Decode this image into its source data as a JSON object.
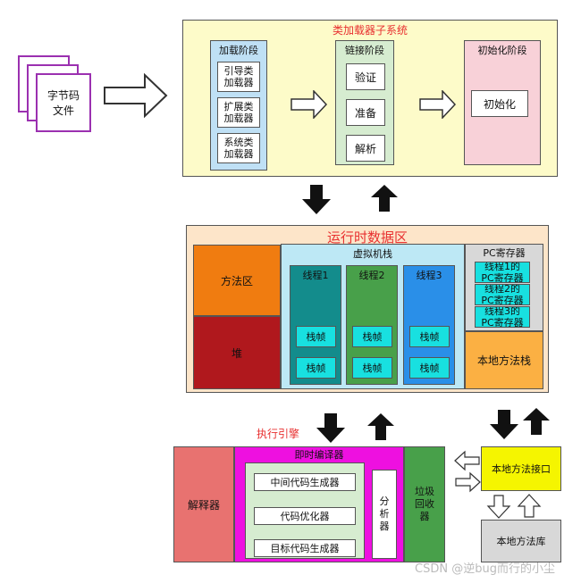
{
  "bytecode": {
    "label_line1": "字节码",
    "label_line2": "文件"
  },
  "class_loader": {
    "title": "类加载器子系统",
    "loading": {
      "title": "加载阶段",
      "items": [
        "引导类\n加载器",
        "扩展类\n加载器",
        "系统类\n加载器"
      ]
    },
    "linking": {
      "title": "链接阶段",
      "items": [
        "验证",
        "准备",
        "解析"
      ]
    },
    "init": {
      "title": "初始化阶段",
      "item": "初始化"
    }
  },
  "runtime": {
    "title": "运行时数据区",
    "method_area": "方法区",
    "heap": "堆",
    "vm_stack": {
      "title": "虚拟机栈",
      "threads": [
        {
          "label": "线程1",
          "frames": [
            "栈帧",
            "栈帧"
          ]
        },
        {
          "label": "线程2",
          "frames": [
            "栈帧",
            "栈帧"
          ]
        },
        {
          "label": "线程3",
          "frames": [
            "栈帧",
            "栈帧"
          ]
        }
      ]
    },
    "pc": {
      "title": "PC寄存器",
      "items": [
        "线程1的\nPC寄存器",
        "线程2的\nPC寄存器",
        "线程3的\nPC寄存器"
      ]
    },
    "native_stack": "本地方法栈"
  },
  "engine": {
    "title": "执行引擎",
    "interpreter": "解释器",
    "jit": {
      "title": "即时编译器",
      "items": [
        "中间代码生成器",
        "代码优化器",
        "目标代码生成器"
      ],
      "analyzer": "分\n析\n器"
    },
    "gc": "垃圾\n回收\n器"
  },
  "native": {
    "interface": "本地方法接口",
    "library": "本地方法库"
  },
  "watermark": "CSDN @逆bug而行的小尘"
}
